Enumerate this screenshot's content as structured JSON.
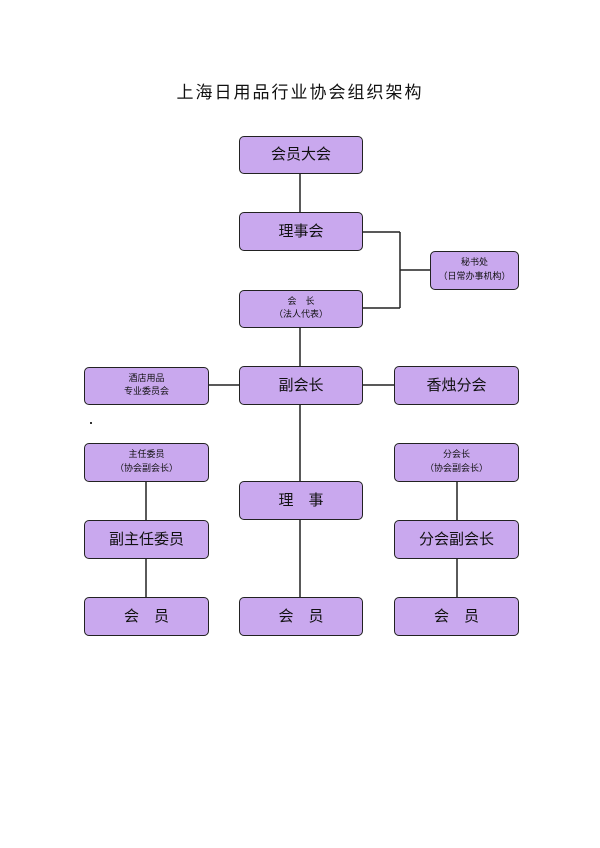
{
  "title": "上海日用品行业协会组织架构",
  "colors": {
    "box_fill": "#c9a8ee",
    "border": "#222222",
    "line": "#222222"
  },
  "nodes": {
    "general_assembly": {
      "lines": [
        "会员大会"
      ]
    },
    "council": {
      "lines": [
        "理事会"
      ]
    },
    "secretariat": {
      "lines": [
        "秘书处",
        "（日常办事机构）"
      ]
    },
    "president": {
      "lines": [
        "会　长",
        "（法人代表）"
      ]
    },
    "hotel_committee": {
      "lines": [
        "酒店用品",
        "专业委员会"
      ]
    },
    "vice_president": {
      "lines": [
        "副会长"
      ]
    },
    "incense_branch": {
      "lines": [
        "香烛分会"
      ]
    },
    "director": {
      "lines": [
        "主任委员",
        "（协会副会长）"
      ]
    },
    "branch_president": {
      "lines": [
        "分会长",
        "（协会副会长）"
      ]
    },
    "board_member": {
      "lines": [
        "理　事"
      ]
    },
    "deputy_director": {
      "lines": [
        "副主任委员"
      ]
    },
    "branch_vice_president": {
      "lines": [
        "分会副会长"
      ]
    },
    "member_left": {
      "lines": [
        "会　员"
      ]
    },
    "member_center": {
      "lines": [
        "会　员"
      ]
    },
    "member_right": {
      "lines": [
        "会　员"
      ]
    }
  }
}
